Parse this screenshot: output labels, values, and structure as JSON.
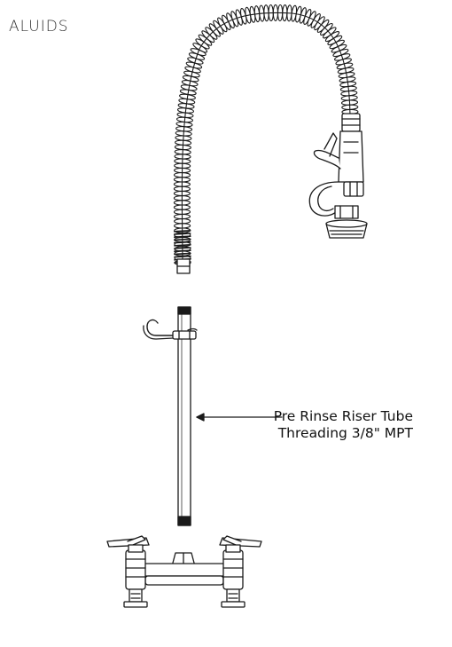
{
  "brand": {
    "logo_text": "ALUIDS"
  },
  "callout": {
    "line1": "Pre Rinse Riser Tube",
    "line2": "Threading 3/8\" MPT"
  },
  "colors": {
    "stroke": "#1a1a1a",
    "background": "#ffffff"
  }
}
